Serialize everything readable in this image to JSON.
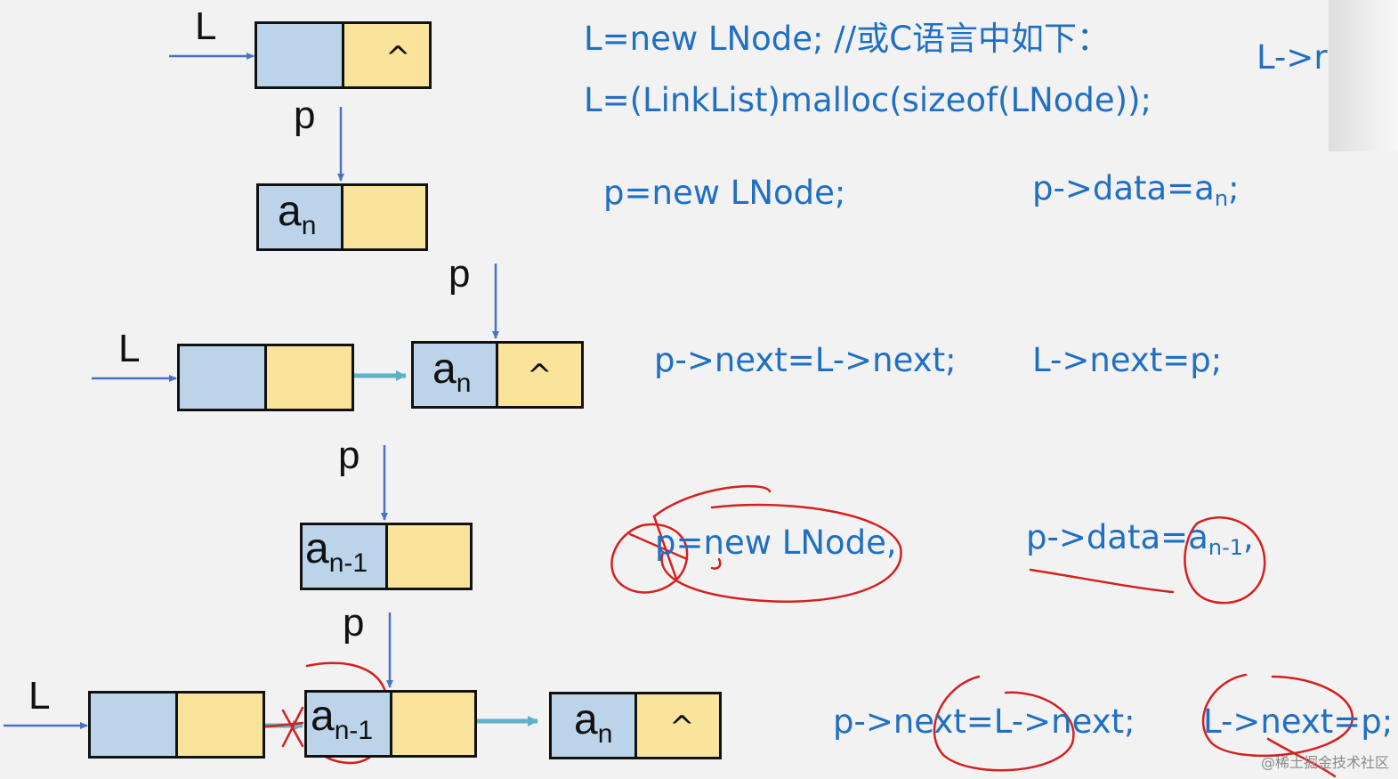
{
  "labels": {
    "l": "L",
    "p": "p",
    "a": "a",
    "sub_n": "n",
    "sub_n1": "n-1",
    "caret": "^"
  },
  "code": {
    "line1": "L=new LNode; //或C语言中如下：",
    "line2": "L=(LinkList)malloc(sizeof(LNode));",
    "line1_right": "L->r",
    "step1_a": "p=new LNode;",
    "step1_b_main": "p->data=a",
    "step1_b_sub": "n",
    "step1_b_end": ";",
    "step2_a": "p->next=L->next;",
    "step2_b": "L->next=p;",
    "step3_a": "p=new LNode,",
    "step3_b_main": "p->data=a",
    "step3_b_sub": "n-1",
    "step3_b_end": ",",
    "step4_a": "p->next=L->next;",
    "step4_b": "L->next=p;"
  },
  "watermark": "@稀土掘金技术社区",
  "colors": {
    "code_text": "#1f6fc4",
    "node_data": "#bcd4ea",
    "node_next": "#fae49c",
    "pointer_arrow": "#4a72c4",
    "link_arrow": "#5bb3c8",
    "annotation": "#d42020"
  }
}
